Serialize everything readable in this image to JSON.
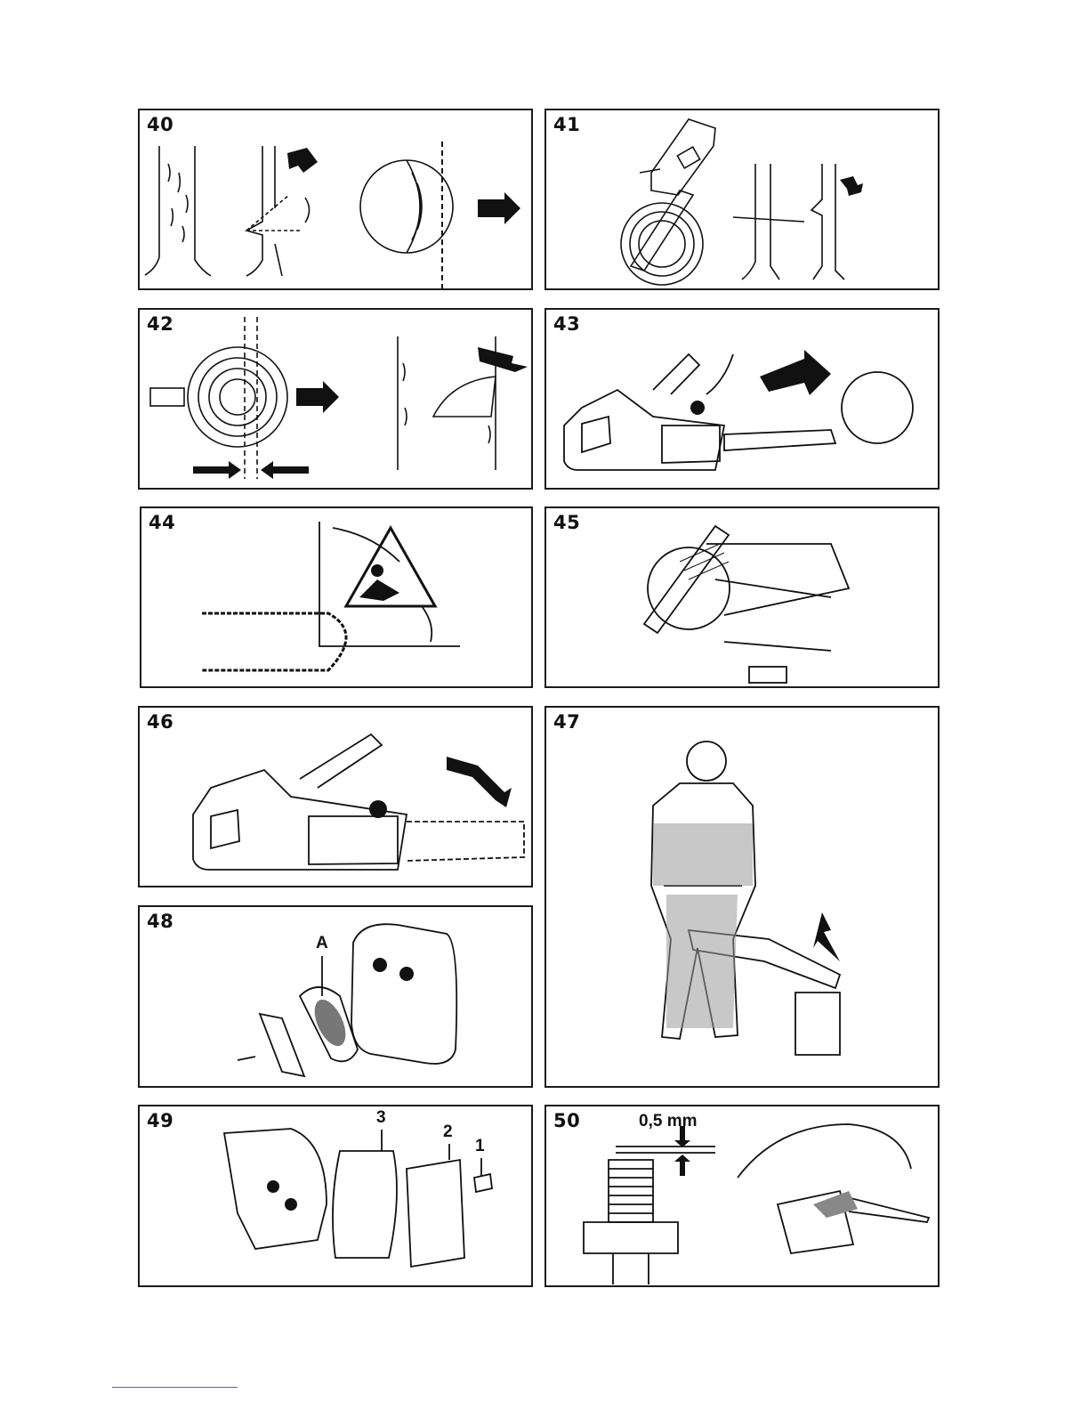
{
  "panels": [
    {
      "num": "40"
    },
    {
      "num": "41"
    },
    {
      "num": "42"
    },
    {
      "num": "43"
    },
    {
      "num": "44"
    },
    {
      "num": "45"
    },
    {
      "num": "46"
    },
    {
      "num": "47"
    },
    {
      "num": "48"
    },
    {
      "num": "49"
    },
    {
      "num": "50"
    }
  ],
  "labels": {
    "fig48_a": "A",
    "fig49_part3": "3",
    "fig49_part2": "2",
    "fig49_part1": "1",
    "fig50_gap": "0,5 mm"
  }
}
